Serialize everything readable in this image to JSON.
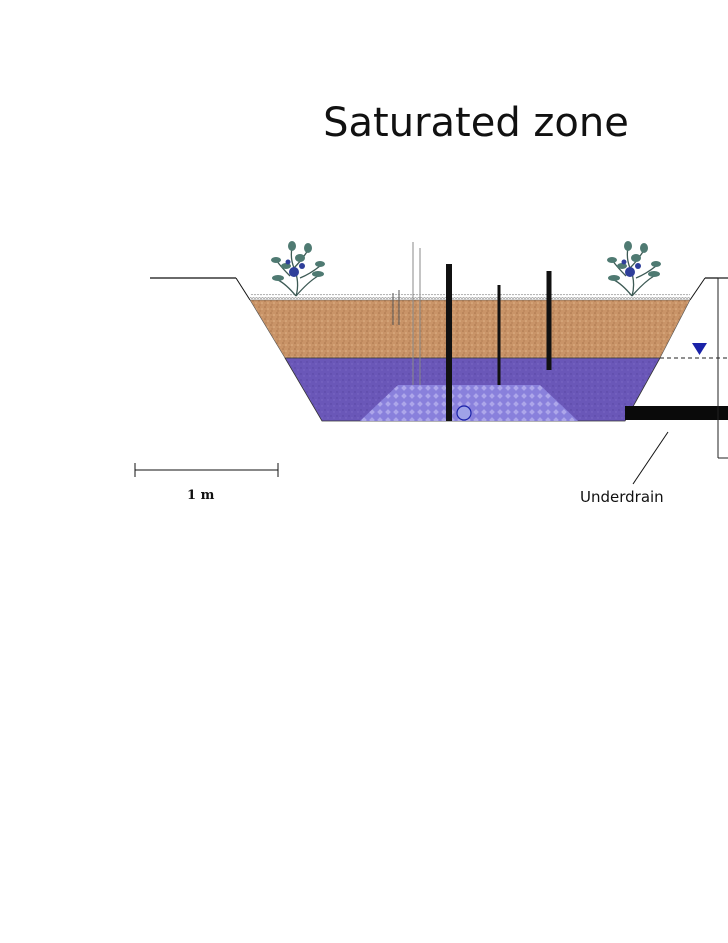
{
  "title": "Saturated zone",
  "labels": {
    "scale_bar": "1 m",
    "underdrain": "Underdrain"
  },
  "colors": {
    "soil": "#c99468",
    "saturated_zone": "#6a57b8",
    "gravel": "#8c85e0",
    "water_table_marker": "#1a22a8",
    "outline": "#111111"
  },
  "icons": [
    "shrub-icon",
    "water-level-triangle-icon"
  ]
}
